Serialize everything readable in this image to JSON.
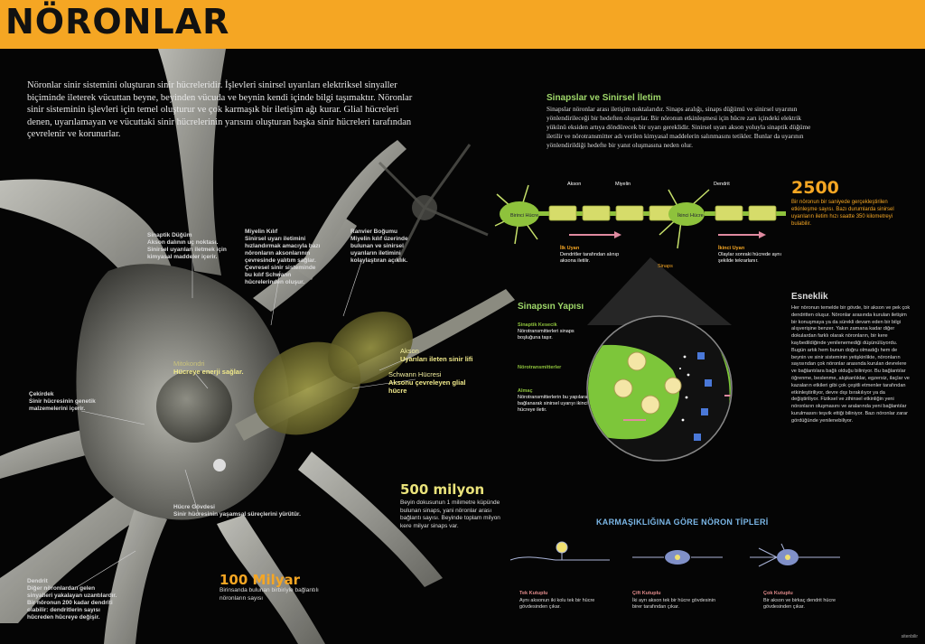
{
  "title": "NÖRONLAR",
  "intro": "Nöronlar sinir sistemini oluşturan sinir hücreleridir. İşlevleri sinirsel uyarıları elektriksel sinyaller biçiminde ileterek vücuttan beyne, beyinden vücuda ve beynin kendi içinde bilgi taşımaktır. Nöronlar sinir sisteminin işlevleri için temel oluşturur ve çok karmaşık bir iletişim ağı kurar. Glial hücreleri denen, uyarılamayan ve vücuttaki sinir hücrelerinin yarısını oluşturan başka sinir hücreleri tarafından çevrelenir ve korunurlar.",
  "labels": {
    "sinaptik": {
      "title": "Sinaptik Düğüm",
      "text": "Akson dalının uç noktası. Sinirsel uyarıları iletmek için kimyasal maddeler içerir."
    },
    "miyelin": {
      "title": "Miyelin Kılıf",
      "text": "Sinirsel uyarı iletimini hızlandırmak amacıyla bazı nöronların aksonlarının çevresinde yalıtım sağlar. Çevresel sinir sisteminde bu kılıf Schwann hücrelerinden oluşur."
    },
    "ranvier": {
      "title": "Ranvier Boğumu",
      "text": "Miyelin kılıf üzerinde bulunan ve sinirsel uyarıların iletimini kolaylaştıran açıklık."
    },
    "mitokondri": {
      "title": "Mitokondri",
      "text": "Hücreye enerji sağlar."
    },
    "cekirdek": {
      "title": "Çekirdek",
      "text": "Sinir hücresinin genetik malzemelerini içerir."
    },
    "akson": {
      "title": "Akson",
      "text": "Uyarıları ileten sinir lifi"
    },
    "schwann": {
      "title": "Schwann Hücresi",
      "text": "Aksonu çevreleyen glial hücre"
    },
    "hucre_govdesi": {
      "title": "Hücre Gövdesi",
      "text": "Sinir hücresinin yaşamsal süreçlerini yürütür."
    },
    "dendrit": {
      "title": "Dendrit",
      "text": "Diğer nöronlardan gelen sinyalleri yakalayan uzantılardır. Bir nöronun 200 kadar dendriti olabilir: dendritlerin sayısı hücreden hücreye değişir."
    }
  },
  "stats": {
    "milyon500": {
      "value": "500 milyon",
      "text": "Beyin dokusunun 1 milimetre küpünde bulunan sinaps, yani nöronlar arası bağlantı sayısı. Beyinde toplam milyon kere milyar sinaps var."
    },
    "milyar100": {
      "value": "100 Milyar",
      "text": "Birinsanda bulunan birbiriyle bağlantılı nöronların sayısı"
    },
    "n2500": {
      "value": "2500",
      "text": "Bir nöronun bir saniyede gerçekleştirilen etkinleşme sayısı. Bazı durumlarda sinirsel uyarıların iletim hızı saatte 350 kilometreyi bulabilir."
    }
  },
  "synapse": {
    "title": "Sinapslar ve Sinirsel İletim",
    "text": "Sinapslar nöronlar arası iletişim noktalarıdır. Sinaps aralığı, sinaps düğümü ve sinirsel uyarının yönlendirileceği bir hedeften oluşurlar. Bir nöronun etkinleşmesi için hücre zarı içindeki elektrik yükünü eksiden artıya döndürecek bir uyarı gereklidir. Sinirsel uyarı akson yoluyla sinaptik düğüme iletilir ve nörotransmitter adı verilen kimyasal maddelerin salınmasını tetikler. Bunlar da uyarının yönlendirildiği hedefte bir yanıt oluşmasına neden olur.",
    "diagram": {
      "akson": "Akson",
      "miyelin": "Miyelin",
      "dendrit": "Dendrit",
      "birinci": "Birinci Hücre",
      "ikinci": "İkinci Hücre",
      "ilk_uyari_t": "İlk Uyarı",
      "ilk_uyari_d": "Dendritler tarafından alınıp aksona iletilir.",
      "sinaps": "Sinaps",
      "ikinci_uyari_t": "İkinci Uyarı",
      "ikinci_uyari_d": "Olaylar sonraki hücrede aynı şekilde tekrarlanır."
    }
  },
  "yapisi": {
    "title": "Sinapsın Yapısı",
    "sinaptik_title": "Sinaptik Kesecik",
    "sinaptik_text": "Nörotransmitterleri sinaps boşluğuna taşır.",
    "norotransmitter": "Nörotransmitterler",
    "almac_title": "Almaç",
    "almac_text": "Nörotransmitterlerin bu yapılara bağlanarak sinirsel uyarıyı ikinci hücreye iletir."
  },
  "esneklik": {
    "title": "Esneklik",
    "text": "Her nöronun temelde bir gövde, bir akson ve pek çok dendritten oluşur. Nöronlar arasında kurulan iletişim bir konuşmaya ya da sürekli devam eden bir bilgi alışverişine benzer. Yakın zamana kadar diğer dokulardan farklı olarak nöronların, bir kere kaybedildiğinde yenilenemediği düşünülüyordu. Bugün artık hem bunun doğru olmadığı hem de beynin ve sinir sisteminin yetişkinlikte, nöronların sayısından çok nöronlar arasında kurulan devrelere ve bağlantılara bağlı olduğu biliniyor. Bu bağlantılar öğrenme, beslenme, alışkanlıklar, egzersiz, ilaçlar ve kazaların etkileri gibi çok çeşitli etmenler tarafından etkinleştiriliyor, devre dışı bırakılıyor ya da değiştiriliyor. Fiziksel ve zihinsel etkinliğin yeni nöronların oluşmasını ve aralarında yeni bağlantılar kurulmasını teşvik ettiği biliniyor. Bazı nöronlar zarar gördüğünde yenilenebiliyor."
  },
  "types": {
    "title": "KARMAŞIKLIĞINA GÖRE NÖRON TİPLERİ",
    "tek": {
      "title": "Tek Kutuplu",
      "text": "Aynı aksonun iki kolu tek bir hücre gövdesinden çıkar."
    },
    "cift": {
      "title": "Çift Kutuplu",
      "text": "İki ayrı akson tek bir hücre gövdesinin birer tarafından çıkar."
    },
    "cok": {
      "title": "Çok Kutuplu",
      "text": "Bir akson ve birkaç dendrit hücre gövdesinden çıkar."
    }
  },
  "credit": "sitenbilir"
}
